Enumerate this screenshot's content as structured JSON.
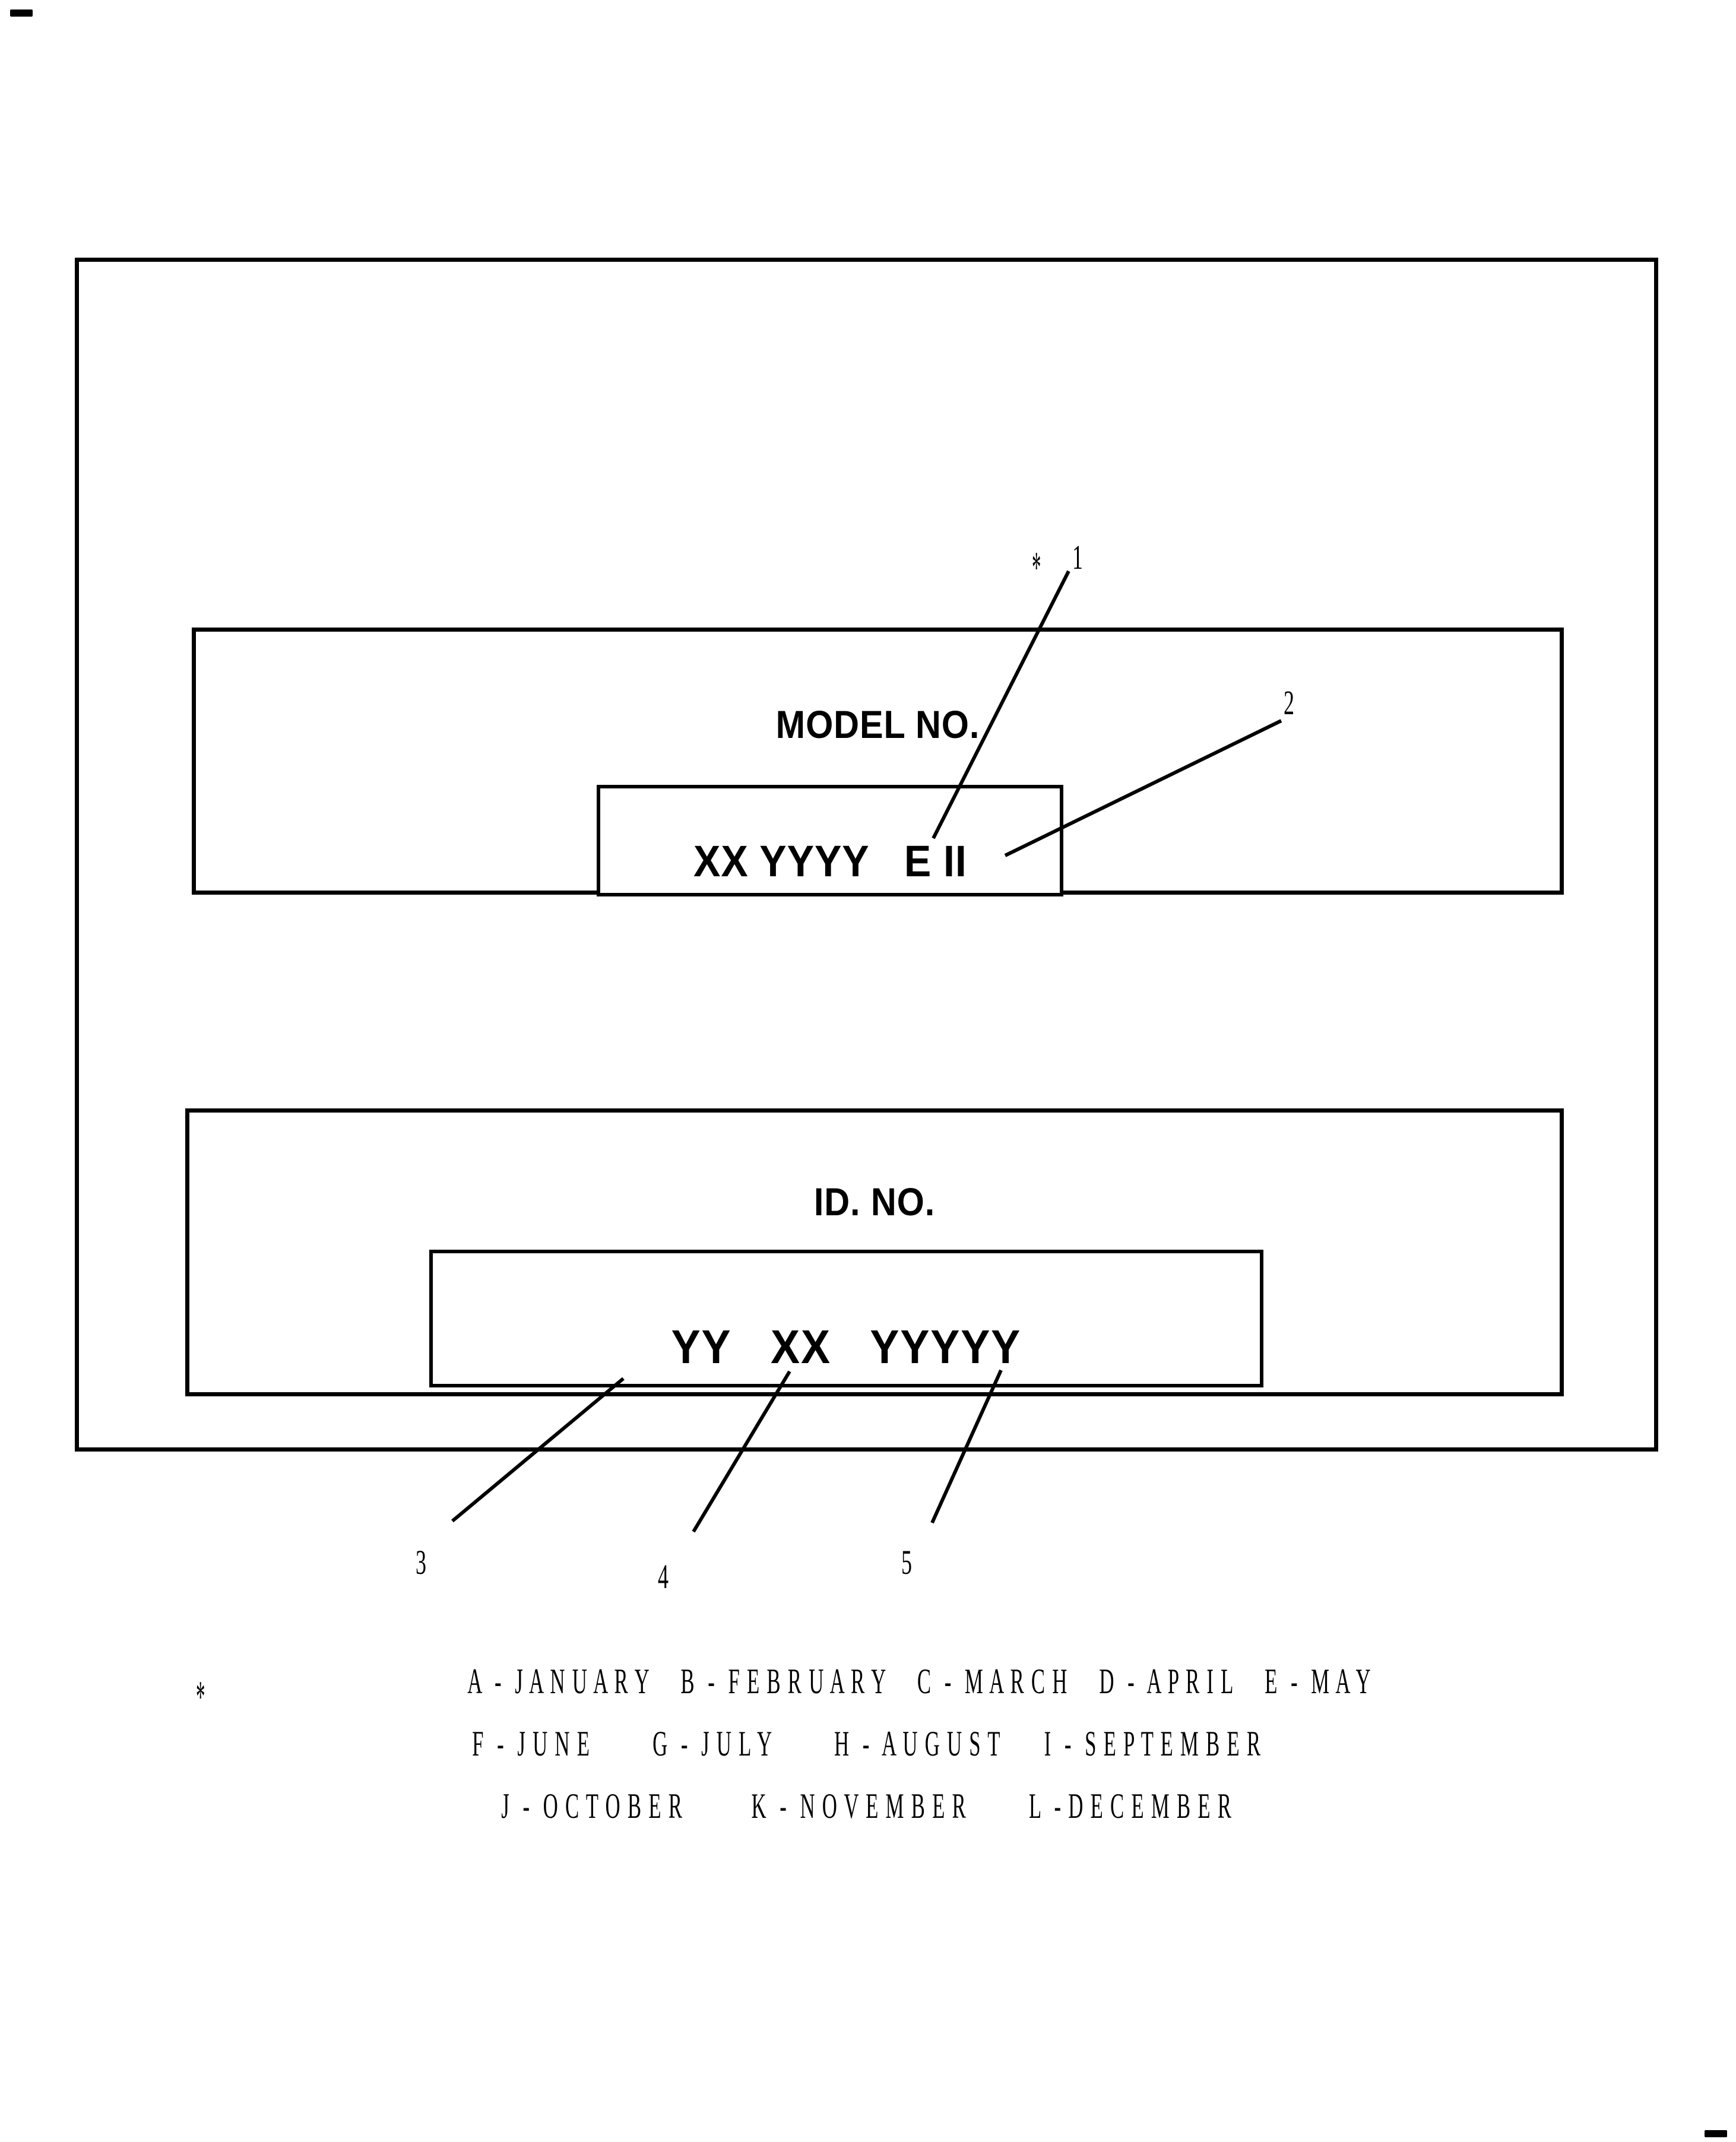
{
  "sheet": {
    "registration_marks": [
      "top-left-dash",
      "bottom-right-dash"
    ]
  },
  "model_plate": {
    "title": "MODEL  NO.",
    "value": "XX YYYY   E II"
  },
  "id_plate": {
    "title": "ID. NO.",
    "value": "YY   XX   YYYYY"
  },
  "callouts": [
    {
      "id": "1",
      "label": "1"
    },
    {
      "id": "2",
      "label": "2"
    },
    {
      "id": "3",
      "label": "3"
    },
    {
      "id": "4",
      "label": "4"
    },
    {
      "id": "5",
      "label": "5"
    }
  ],
  "markers": {
    "top_asterisk": "*",
    "legend_asterisk": "*"
  },
  "legend": {
    "rows": [
      "A  -  J A N U A R Y     B  -  F E B R U A R Y     C  -  M A R C H     D  -  A P R I L     E  -  M A Y",
      "F  -  J U N E          G  -  J U L Y          H  -  A U G U S T       I  -  S E P T E M B E R",
      "J  -  O C T O B E R           K  -  N O V E M B E R          L  - D E C E M B E R"
    ],
    "months": [
      {
        "code": "A",
        "month": "JANUARY"
      },
      {
        "code": "B",
        "month": "FEBRUARY"
      },
      {
        "code": "C",
        "month": "MARCH"
      },
      {
        "code": "D",
        "month": "APRIL"
      },
      {
        "code": "E",
        "month": "MAY"
      },
      {
        "code": "F",
        "month": "JUNE"
      },
      {
        "code": "G",
        "month": "JULY"
      },
      {
        "code": "H",
        "month": "AUGUST"
      },
      {
        "code": "I",
        "month": "SEPTEMBER"
      },
      {
        "code": "J",
        "month": "OCTOBER"
      },
      {
        "code": "K",
        "month": "NOVEMBER"
      },
      {
        "code": "L",
        "month": "DECEMBER"
      }
    ]
  },
  "colors": {
    "ink": "#000000",
    "paper": "#ffffff"
  }
}
